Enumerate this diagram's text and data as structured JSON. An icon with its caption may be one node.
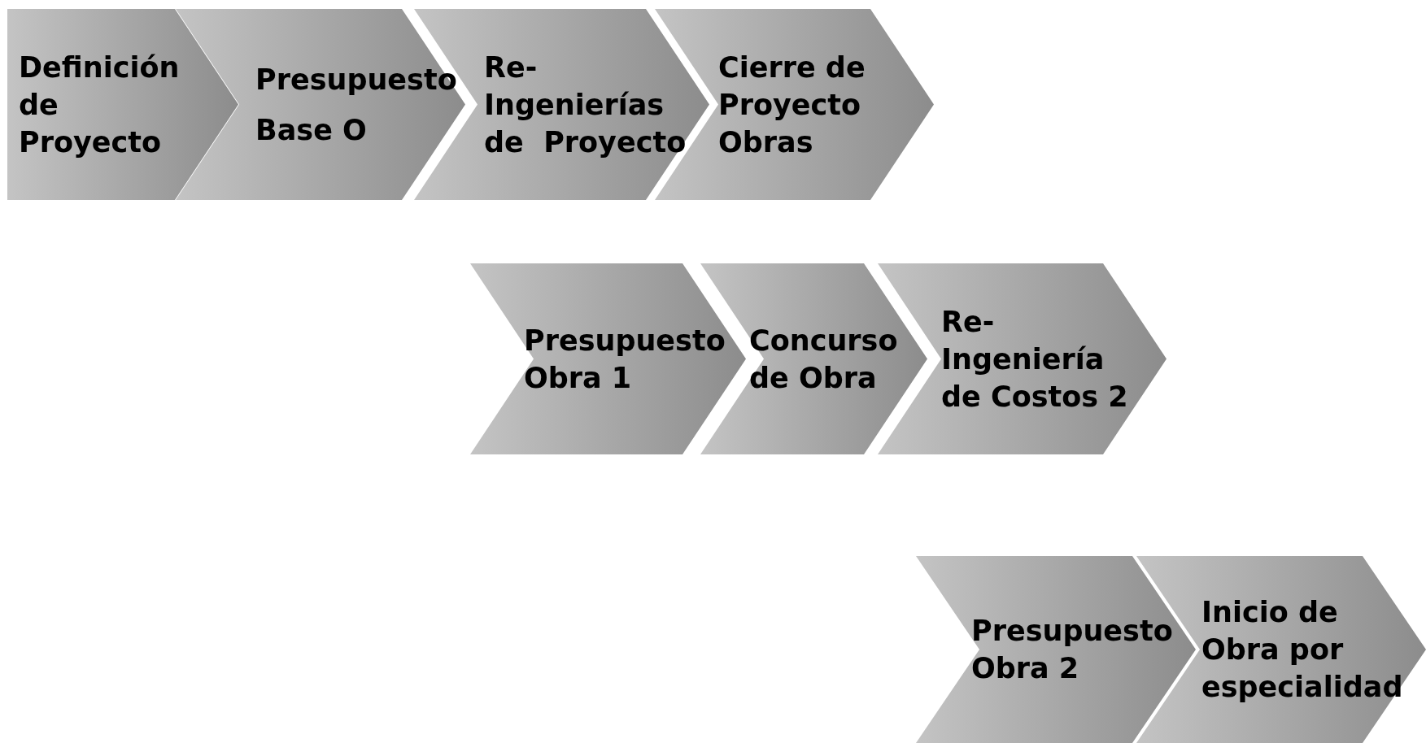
{
  "diagram": {
    "nodes": [
      {
        "text": [
          "Definición de Proyecto"
        ]
      },
      {
        "text": [
          "Presupuesto",
          "Base O"
        ]
      },
      {
        "text": [
          "Re- Ingenierías de  Proyecto"
        ]
      },
      {
        "text": [
          "Cierre de Proyecto Obras"
        ]
      },
      {
        "text": [
          "Presupuesto Obra 1"
        ]
      },
      {
        "text": [
          "Concurso de Obra"
        ]
      },
      {
        "text": [
          "Re- Ingeniería de Costos 2"
        ]
      },
      {
        "text": [
          "Presupuesto Obra 2"
        ]
      },
      {
        "text": [
          "Inicio de Obra por especialidad"
        ]
      }
    ],
    "edges": []
  }
}
